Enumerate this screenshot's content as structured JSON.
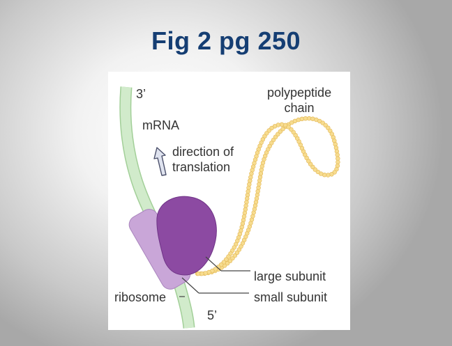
{
  "slide": {
    "title": "Fig 2 pg 250"
  },
  "diagram": {
    "labels": {
      "three_prime": "3’",
      "five_prime": "5’",
      "mrna": "mRNA",
      "polypeptide_chain": "polypeptide\nchain",
      "direction_of_translation": "direction of\ntranslation",
      "large_subunit": "large subunit",
      "small_subunit": "small subunit",
      "ribosome": "ribosome"
    },
    "colors": {
      "mrna_strand": "#c9e6c2",
      "large_subunit": "#8d4aa3",
      "small_subunit": "#c7a4d6",
      "polypeptide_beads": "#f7dc8f",
      "title": "#153e73"
    },
    "icons": {
      "direction_arrow": "up-arrow-outline"
    }
  }
}
